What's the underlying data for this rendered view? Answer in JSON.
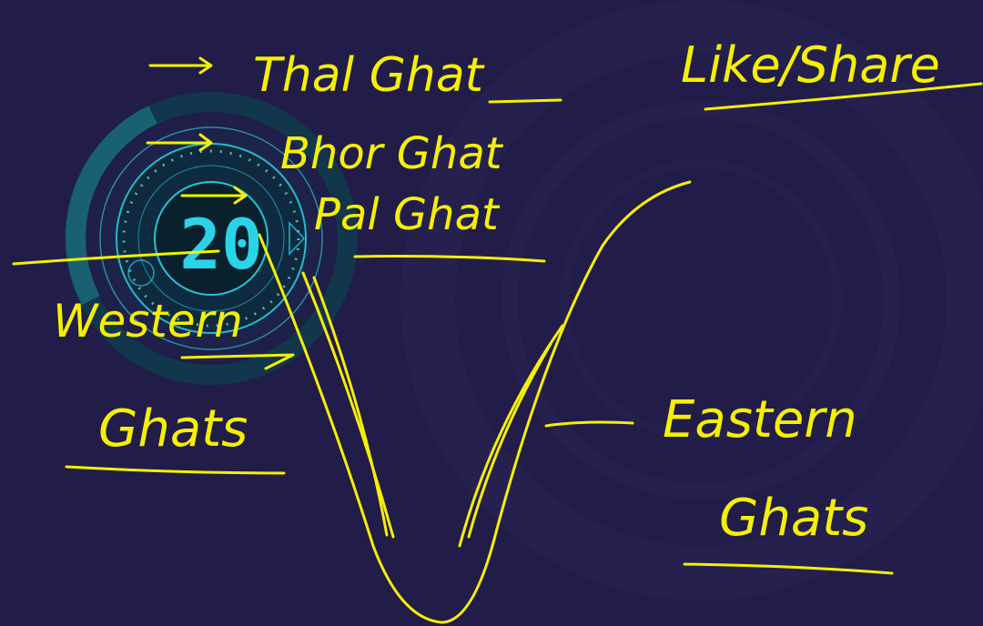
{
  "colors": {
    "background": "#211c48",
    "ink": "#f5f000",
    "timer_accent": "#2bd3e6",
    "timer_dark": "#0c2f3a",
    "watermark": "#2a2452"
  },
  "timer": {
    "value": "20"
  },
  "annotations": {
    "pass_1": "Thal Ghat",
    "pass_2": "Bhor Ghat",
    "pass_3": "Pal Ghat",
    "western": "Western",
    "western_ghats": "Ghats",
    "eastern": "Eastern",
    "eastern_ghats": "Ghats",
    "like_share": "Like/Share"
  }
}
